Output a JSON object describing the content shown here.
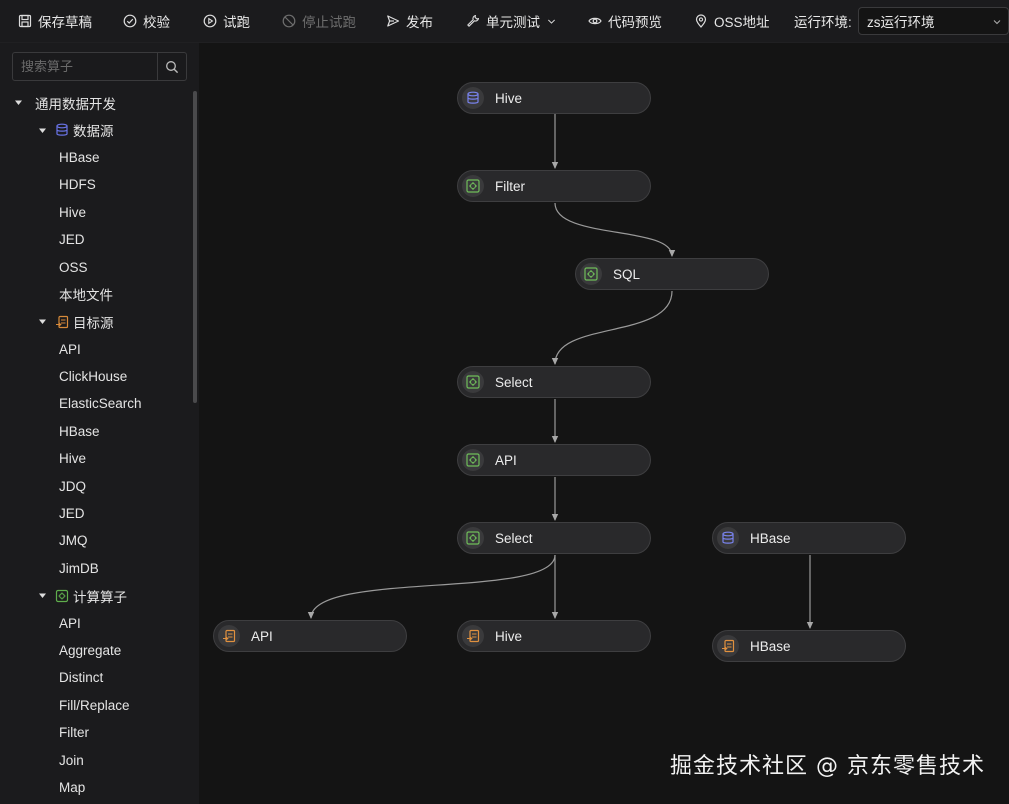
{
  "toolbar": {
    "save_draft": "保存草稿",
    "validate": "校验",
    "trial_run": "试跑",
    "stop_trial_run": "停止试跑",
    "publish": "发布",
    "unit_test": "单元测试",
    "code_preview": "代码预览",
    "oss_address": "OSS地址",
    "env_label": "运行环境:",
    "env_value": "zs运行环境"
  },
  "sidebar": {
    "search_placeholder": "搜索算子",
    "root": "通用数据开发",
    "groups": [
      {
        "label": "数据源",
        "icon": "database-icon",
        "items": [
          "HBase",
          "HDFS",
          "Hive",
          "JED",
          "OSS",
          "本地文件"
        ]
      },
      {
        "label": "目标源",
        "icon": "target-icon",
        "items": [
          "API",
          "ClickHouse",
          "ElasticSearch",
          "HBase",
          "Hive",
          "JDQ",
          "JED",
          "JMQ",
          "JimDB"
        ]
      },
      {
        "label": "计算算子",
        "icon": "compute-icon",
        "items": [
          "API",
          "Aggregate",
          "Distinct",
          "Fill/Replace",
          "Filter",
          "Join",
          "Map"
        ]
      }
    ]
  },
  "canvas": {
    "nodes": [
      {
        "label": "Hive",
        "kind": "source"
      },
      {
        "label": "Filter",
        "kind": "compute"
      },
      {
        "label": "SQL",
        "kind": "compute"
      },
      {
        "label": "Select",
        "kind": "compute"
      },
      {
        "label": "API",
        "kind": "compute"
      },
      {
        "label": "Select",
        "kind": "compute"
      },
      {
        "label": "HBase",
        "kind": "source"
      },
      {
        "label": "API",
        "kind": "target"
      },
      {
        "label": "Hive",
        "kind": "target"
      },
      {
        "label": "HBase",
        "kind": "target"
      }
    ]
  },
  "watermark": "掘金技术社区 @ 京东零售技术",
  "colors": {
    "source": "#6a74e8",
    "compute": "#5fae4c",
    "target": "#d88a3a",
    "edge": "#9a9a9a"
  }
}
